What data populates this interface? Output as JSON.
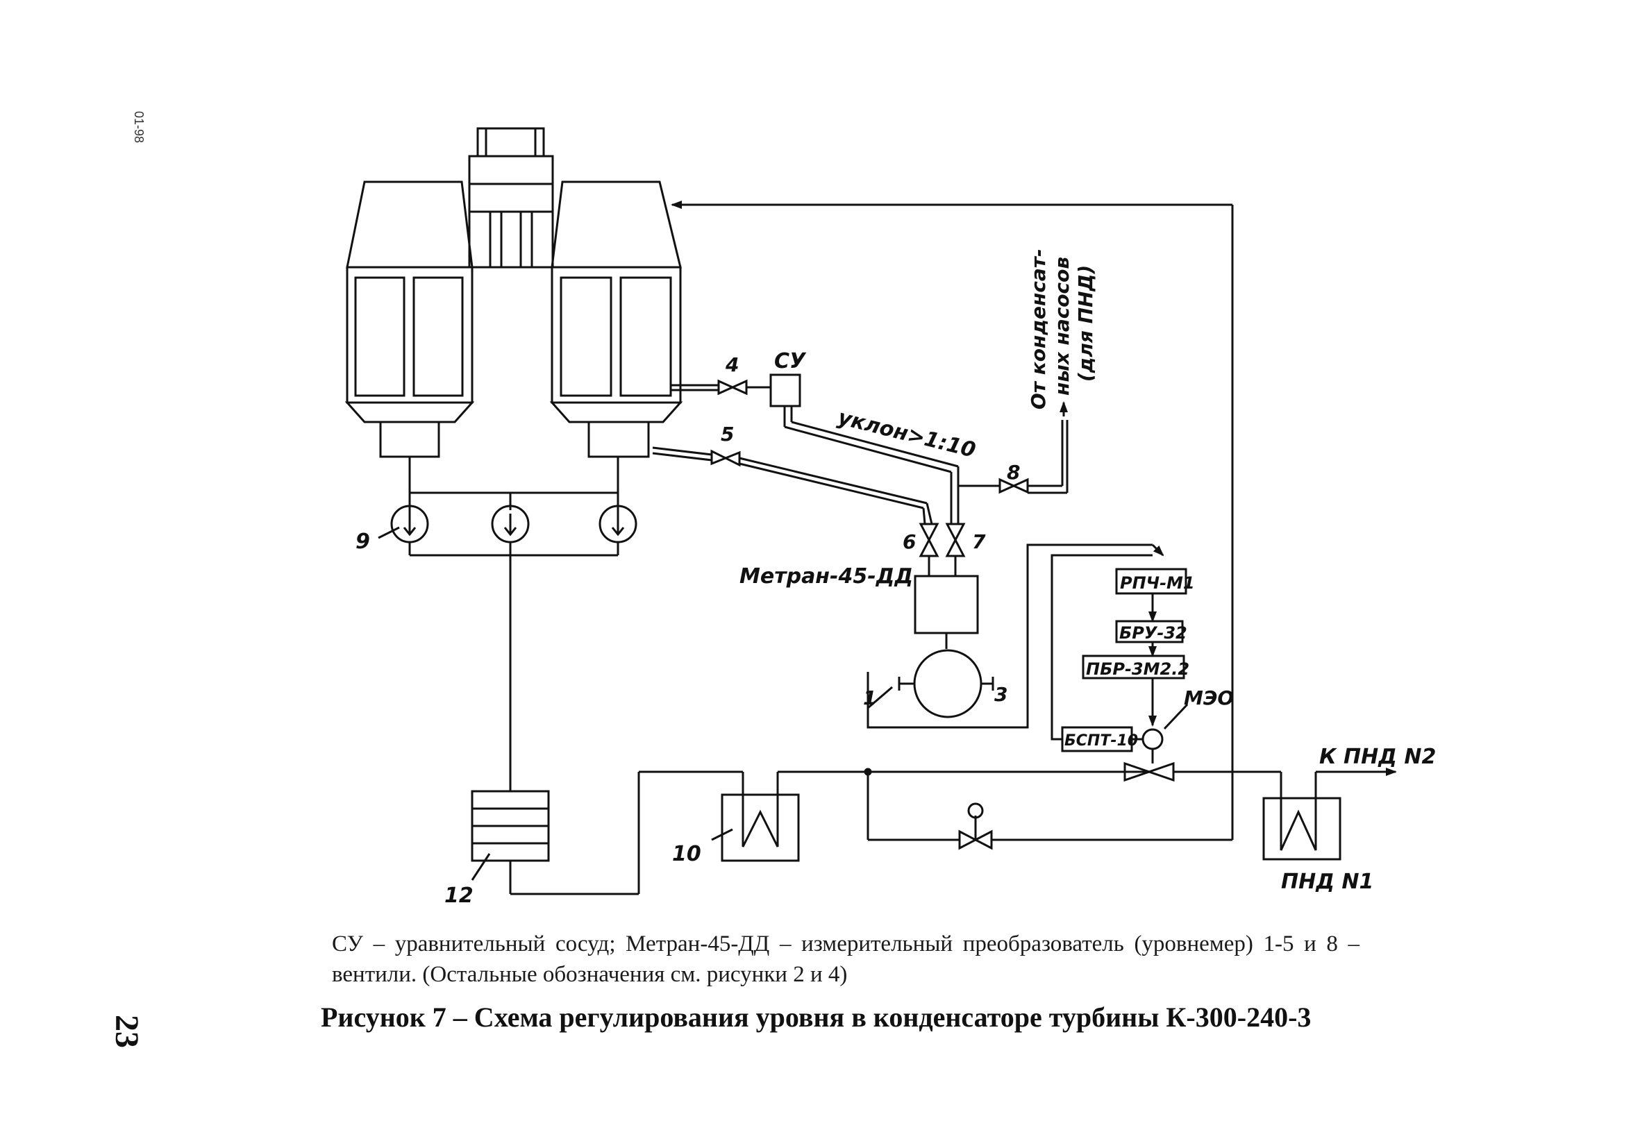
{
  "doc_code": "01-98",
  "page_number": "23",
  "labels": {
    "su": "СУ",
    "valve_4": "4",
    "valve_5": "5",
    "valve_6": "6",
    "valve_7": "7",
    "valve_8": "8",
    "pump_9": "9",
    "heater_10": "10",
    "tank_12": "12",
    "tap_1": "1",
    "tap_3": "3",
    "slope": "уклон>1:10",
    "transmitter": "Метран-45-ДД",
    "from_pumps_line1": "От конденсат-",
    "from_pumps_line2": "ных насосов",
    "from_pumps_line3": "(для ПНД)",
    "rpch": "РПЧ-М1",
    "bru": "БРУ-32",
    "pbr": "ПБР-3М2.2",
    "bspt": "БСПТ-10",
    "meo": "МЭО",
    "to_pnd2": "К ПНД N2",
    "pnd1": "ПНД N1"
  },
  "caption": "СУ – уравнительный сосуд; Метран-45-ДД – измерительный преобразователь (уровнемер) 1-5 и 8 – вентили. (Остальные обозначения см. рисунки 2 и 4)",
  "figure_title": "Рисунок 7 – Схема регулирования уровня в конденсаторе турбины К-300-240-3"
}
